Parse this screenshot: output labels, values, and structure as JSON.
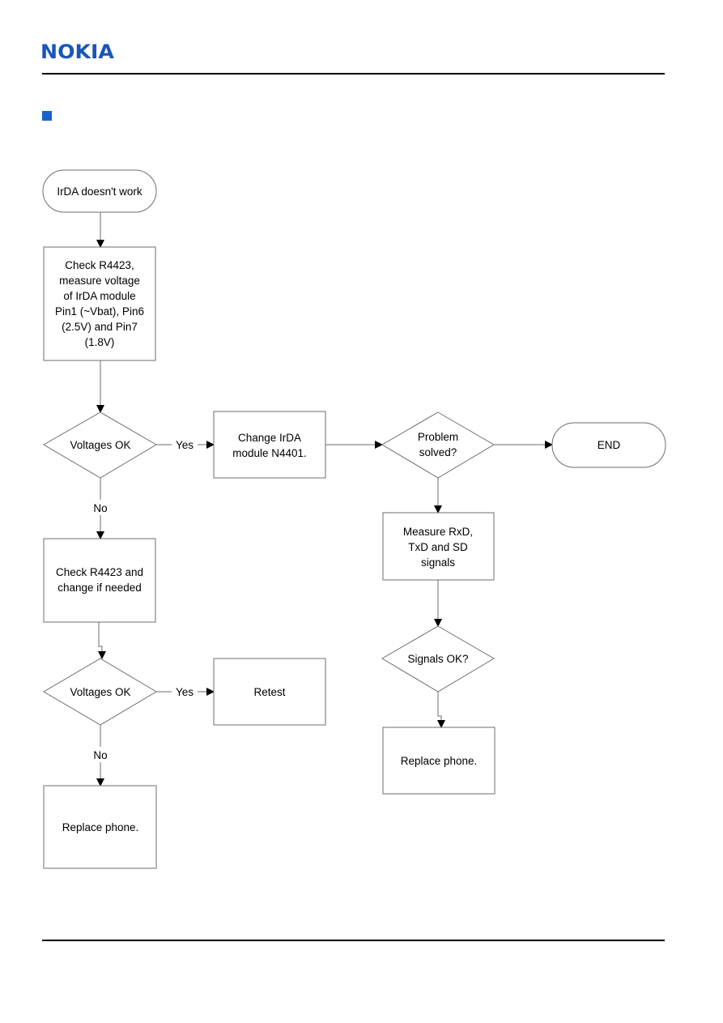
{
  "header": {
    "logo": "NOKIA",
    "brand_color": "#1a56b8"
  },
  "flowchart": {
    "start": "IrDA doesn't work",
    "check_step": [
      "Check R4423,",
      "measure voltage",
      "of IrDA module",
      "Pin1 (~Vbat), Pin6",
      "(2.5V) and Pin7",
      "(1.8V)"
    ],
    "decision_1": "Voltages OK",
    "yes_1": "Yes",
    "no_1": "No",
    "change_module": [
      "Change IrDA",
      "module N4401."
    ],
    "problem_solved": [
      "Problem",
      "solved?"
    ],
    "end": "END",
    "measure_signals": [
      "Measure RxD,",
      "TxD and SD",
      "signals"
    ],
    "signals_ok": "Signals OK?",
    "replace_phone_right": "Replace phone.",
    "check_change": [
      "Check R4423 and",
      "change if needed"
    ],
    "decision_2": "Voltages OK",
    "yes_2": "Yes",
    "no_2": "No",
    "retest": "Retest",
    "replace_phone_left": "Replace phone."
  }
}
